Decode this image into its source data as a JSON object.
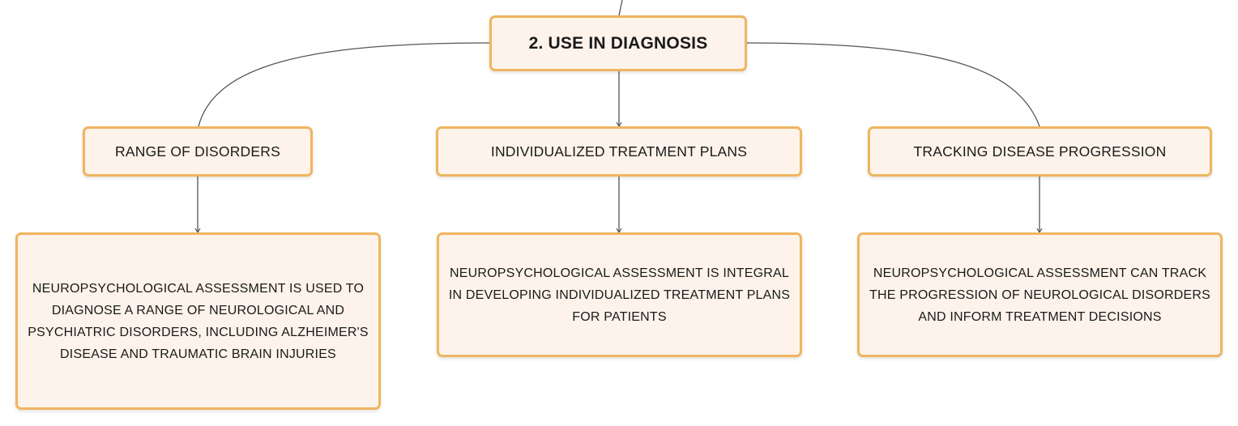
{
  "root": {
    "label": "2. USE IN DIAGNOSIS"
  },
  "branches": [
    {
      "label": "RANGE OF DISORDERS",
      "detail": "NEUROPSYCHOLOGICAL ASSESSMENT IS USED TO DIAGNOSE A RANGE OF NEUROLOGICAL AND PSYCHIATRIC DISORDERS, INCLUDING ALZHEIMER'S DISEASE AND TRAUMATIC BRAIN INJURIES"
    },
    {
      "label": "INDIVIDUALIZED TREATMENT PLANS",
      "detail": "NEUROPSYCHOLOGICAL ASSESSMENT IS INTEGRAL IN DEVELOPING INDIVIDUALIZED TREATMENT PLANS FOR PATIENTS"
    },
    {
      "label": "TRACKING DISEASE PROGRESSION",
      "detail": "NEUROPSYCHOLOGICAL ASSESSMENT CAN TRACK THE PROGRESSION OF NEUROLOGICAL DISORDERS AND INFORM TREATMENT DECISIONS"
    }
  ],
  "colors": {
    "node_fill": "#fdf3ea",
    "node_border": "#f0b560",
    "connector": "#555555",
    "text": "#1a1a1a"
  }
}
